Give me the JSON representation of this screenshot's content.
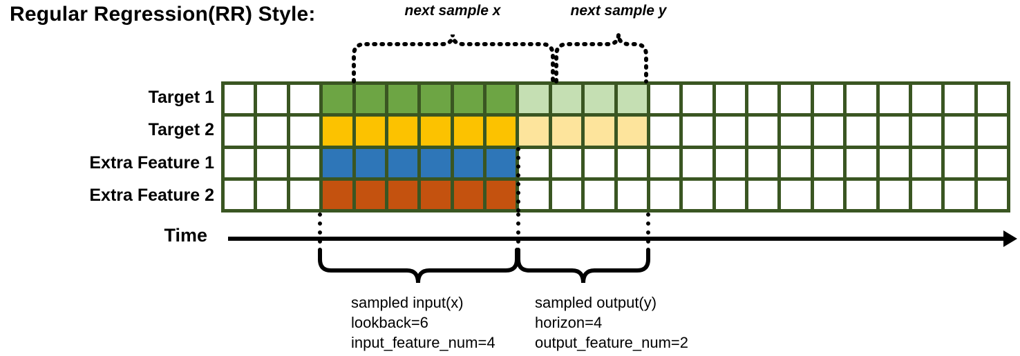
{
  "title": "Regular Regression(RR) Style:",
  "colors": {
    "grid_border": "#3a5622",
    "target1_input": "#6da544",
    "target1_output": "#c5dfb3",
    "target2_input": "#fcc200",
    "target2_output": "#fde49c",
    "extra1_input": "#2e76b8",
    "extra2_input": "#c4520f",
    "empty": "#ffffff",
    "annotation": "#000000"
  },
  "rows": [
    {
      "label": "Target 1",
      "name": "target-1",
      "cells": [
        "empty",
        "empty",
        "empty",
        "target1_input",
        "target1_input",
        "target1_input",
        "target1_input",
        "target1_input",
        "target1_input",
        "target1_output",
        "target1_output",
        "target1_output",
        "target1_output",
        "empty",
        "empty",
        "empty",
        "empty",
        "empty",
        "empty",
        "empty",
        "empty",
        "empty",
        "empty",
        "empty"
      ]
    },
    {
      "label": "Target 2",
      "name": "target-2",
      "cells": [
        "empty",
        "empty",
        "empty",
        "target2_input",
        "target2_input",
        "target2_input",
        "target2_input",
        "target2_input",
        "target2_input",
        "target2_output",
        "target2_output",
        "target2_output",
        "target2_output",
        "empty",
        "empty",
        "empty",
        "empty",
        "empty",
        "empty",
        "empty",
        "empty",
        "empty",
        "empty",
        "empty"
      ]
    },
    {
      "label": "Extra Feature 1",
      "name": "extra-feature-1",
      "cells": [
        "empty",
        "empty",
        "empty",
        "extra1_input",
        "extra1_input",
        "extra1_input",
        "extra1_input",
        "extra1_input",
        "extra1_input",
        "empty",
        "empty",
        "empty",
        "empty",
        "empty",
        "empty",
        "empty",
        "empty",
        "empty",
        "empty",
        "empty",
        "empty",
        "empty",
        "empty",
        "empty"
      ]
    },
    {
      "label": "Extra Feature 2",
      "name": "extra-feature-2",
      "cells": [
        "empty",
        "empty",
        "empty",
        "extra2_input",
        "extra2_input",
        "extra2_input",
        "extra2_input",
        "extra2_input",
        "extra2_input",
        "empty",
        "empty",
        "empty",
        "empty",
        "empty",
        "empty",
        "empty",
        "empty",
        "empty",
        "empty",
        "empty",
        "empty",
        "empty",
        "empty",
        "empty"
      ]
    }
  ],
  "grid": {
    "columns": 24,
    "rows": 4,
    "lead_empty_columns": 3,
    "input_columns": 6,
    "output_columns": 4,
    "trailing_empty_columns": 11
  },
  "time_axis": {
    "label": "Time"
  },
  "top_braces": [
    {
      "label": "next sample x",
      "name": "next-sample-x"
    },
    {
      "label": "next sample y",
      "name": "next-sample-y"
    }
  ],
  "bottom_braces": [
    {
      "name": "sampled-input",
      "lines": [
        "sampled input(x)",
        "lookback=6",
        "input_feature_num=4"
      ]
    },
    {
      "name": "sampled-output",
      "lines": [
        "sampled output(y)",
        "horizon=4",
        "output_feature_num=2"
      ]
    }
  ]
}
